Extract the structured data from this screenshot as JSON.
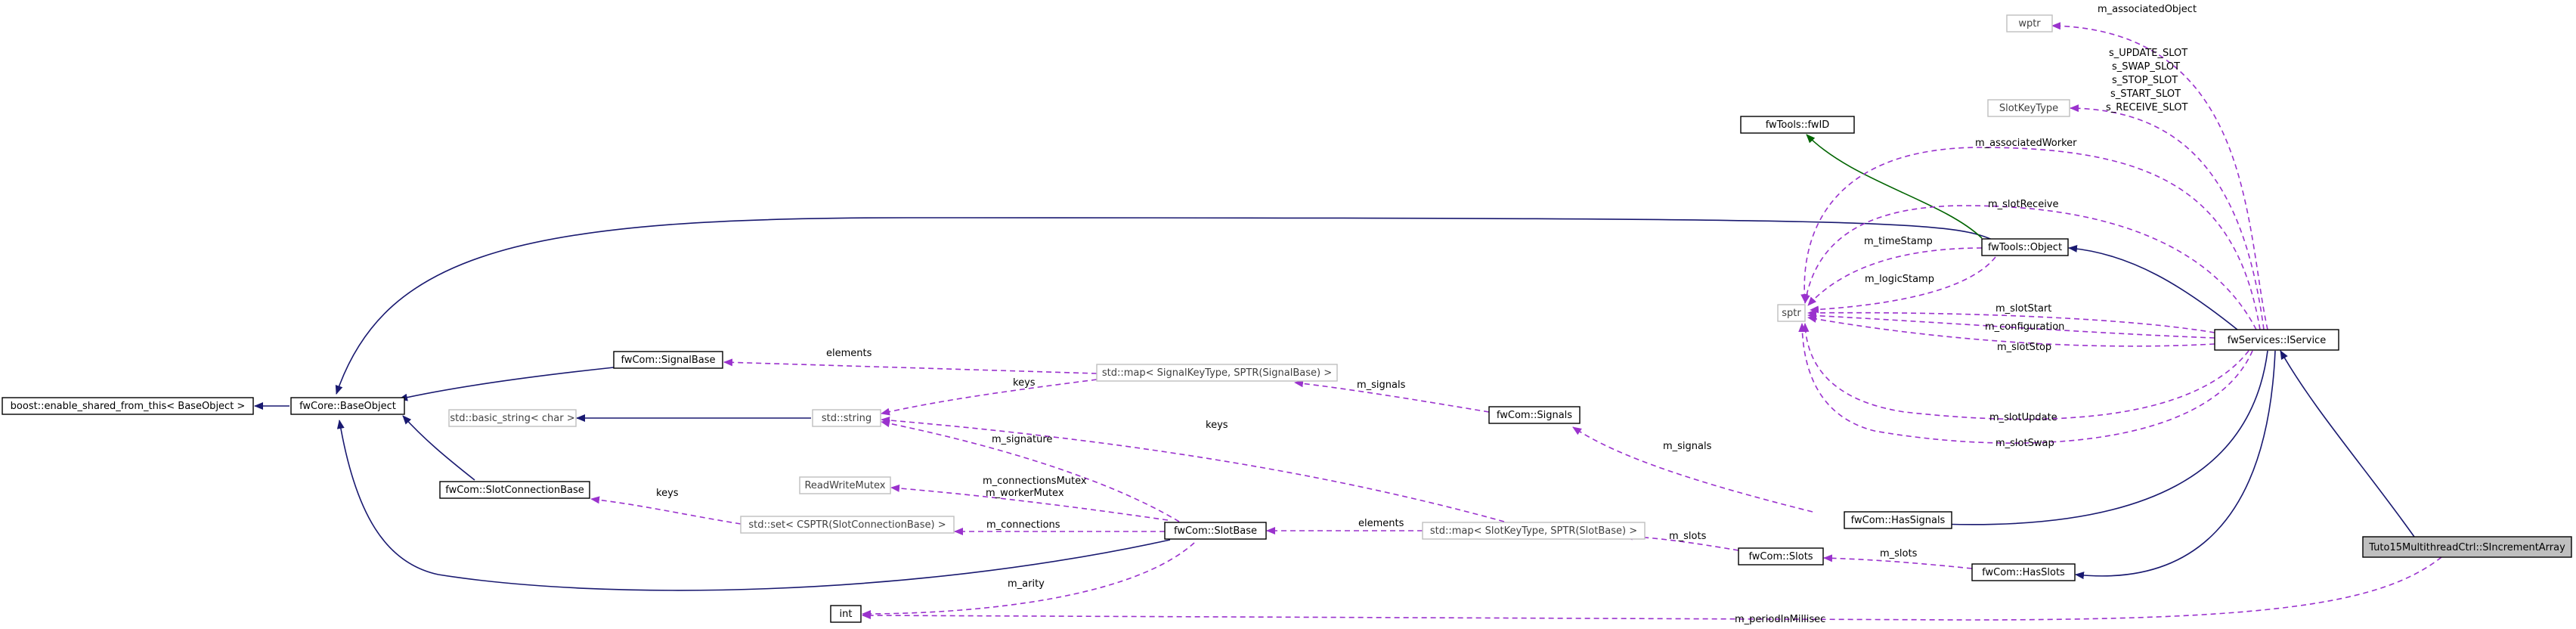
{
  "nodes": {
    "boost_esft": "boost::enable_shared_from_this< BaseObject >",
    "baseobject": "fwCore::BaseObject",
    "signalbase": "fwCom::SignalBase",
    "slotconnbase": "fwCom::SlotConnectionBase",
    "basic_string": "std::basic_string< char >",
    "stdstring": "std::string",
    "rwmutex": "ReadWriteMutex",
    "stdset": "std::set< CSPTR(SlotConnectionBase) >",
    "int": "int",
    "slotbase": "fwCom::SlotBase",
    "sigmap": "std::map< SignalKeyType, SPTR(SignalBase) >",
    "slotmap": "std::map< SlotKeyType, SPTR(SlotBase) >",
    "signals": "fwCom::Signals",
    "slots": "fwCom::Slots",
    "hassignals": "fwCom::HasSignals",
    "hasslots": "fwCom::HasSlots",
    "fwid": "fwTools::fwID",
    "fwobject": "fwTools::Object",
    "sptr": "sptr",
    "wptr": "wptr",
    "slotkeytype": "SlotKeyType",
    "iservice": "fwServices::IService",
    "tuto": "Tuto15MultithreadCtrl::SIncrementArray"
  },
  "edge_labels": {
    "elements_sig": "elements",
    "keys_sig": "keys",
    "keys_set": "keys",
    "keys_slot": "keys",
    "m_signature": "m_signature",
    "m_connectionsMutex": "m_connectionsMutex",
    "m_workerMutex": "m_workerMutex",
    "m_connections": "m_connections",
    "m_arity": "m_arity",
    "elements_slot": "elements",
    "m_signals_map": "m_signals",
    "m_signals_has": "m_signals",
    "m_slots_map": "m_slots",
    "m_slots_has": "m_slots",
    "m_associatedObject": "m_associatedObject",
    "s_update_slot": "s_UPDATE_SLOT",
    "s_swap_slot": "s_SWAP_SLOT",
    "s_stop_slot": "s_STOP_SLOT",
    "s_start_slot": "s_START_SLOT",
    "s_receive_slot": "s_RECEIVE_SLOT",
    "m_associatedWorker": "m_associatedWorker",
    "m_slotReceive": "m_slotReceive",
    "m_timeStamp": "m_timeStamp",
    "m_logicStamp": "m_logicStamp",
    "m_slotStart": "m_slotStart",
    "m_configuration": "m_configuration",
    "m_slotStop": "m_slotStop",
    "m_slotUpdate": "m_slotUpdate",
    "m_slotSwap": "m_slotSwap",
    "m_periodInMillisec": "m_periodInMillisec"
  },
  "colors": {
    "inheritance": "#191970",
    "inheritance_green": "#006400",
    "usage": "#9a32cd",
    "highlight_fill": "#bfbfbf"
  }
}
